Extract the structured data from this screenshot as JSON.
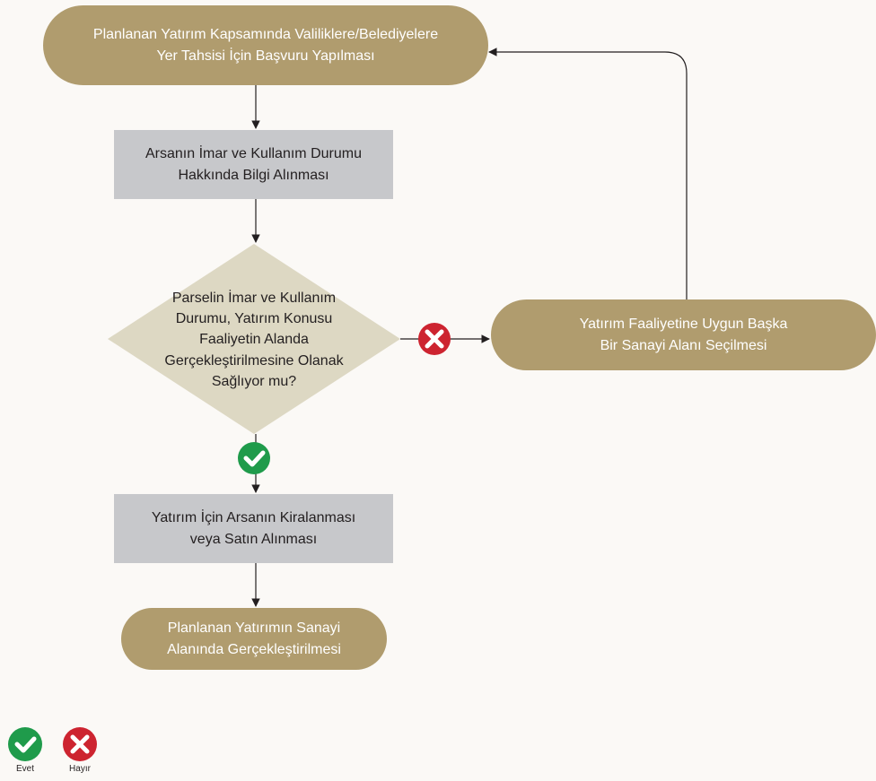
{
  "nodes": {
    "start_line1": "Planlanan Yatırım Kapsamında Valiliklere/Belediyelere",
    "start_line2": "Yer Tahsisi İçin Başvuru Yapılması",
    "info_line1": "Arsanın İmar ve Kullanım Durumu",
    "info_line2": "Hakkında Bilgi Alınması",
    "decision_line1": "Parselin İmar ve Kullanım",
    "decision_line2": "Durumu, Yatırım Konusu Faaliyetin",
    "decision_line3": "Alanda Gerçekleştirilmesine",
    "decision_line4": "Olanak Sağlıyor mu?",
    "rent_line1": "Yatırım İçin Arsanın Kiralanması",
    "rent_line2": "veya Satın Alınması",
    "end_line1": "Planlanan Yatırımın Sanayi",
    "end_line2": "Alanında Gerçekleştirilmesi",
    "alt_line1": "Yatırım Faaliyetine Uygun Başka",
    "alt_line2": "Bir Sanayi Alanı Seçilmesi"
  },
  "legend": {
    "yes_label": "Evet",
    "no_label": "Hayır"
  },
  "colors": {
    "pill": "#b09c6e",
    "box": "#c7c8cb",
    "diamond": "#ddd8c3",
    "yes": "#1f9b4b",
    "no": "#cd2430",
    "line": "#231f20"
  },
  "icons": {
    "yes": "check-circle-icon",
    "no": "x-circle-icon"
  }
}
